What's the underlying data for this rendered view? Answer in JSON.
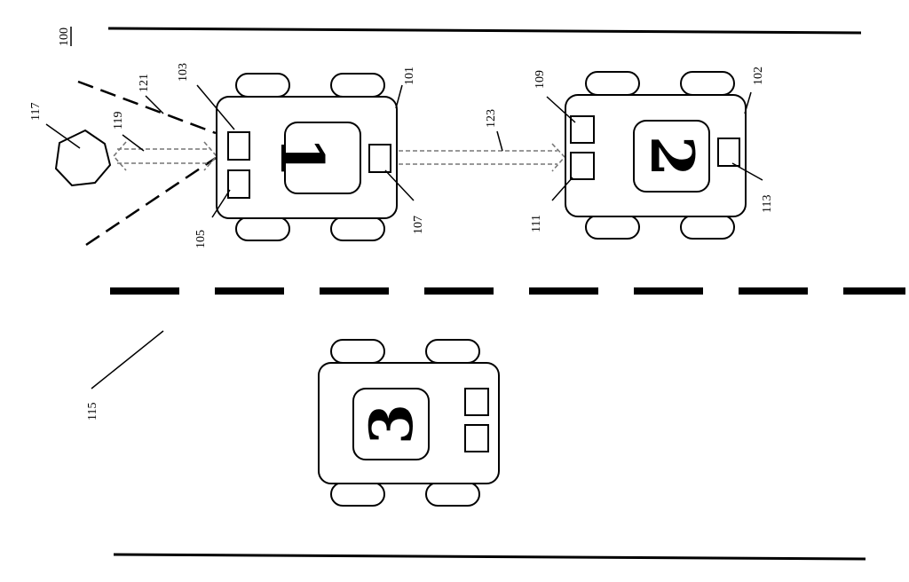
{
  "figure": {
    "figure_ref": "100",
    "vehicle_numbers": {
      "car1": "1",
      "car2": "2",
      "car3": "3"
    },
    "refs": {
      "car1": "101",
      "car2": "102",
      "sensor_103": "103",
      "sensor_105": "105",
      "sensor_107": "107",
      "sensor_109": "109",
      "sensor_111": "111",
      "sensor_113": "113",
      "lane": "115",
      "obstacle": "117",
      "signal_119": "119",
      "field_121": "121",
      "signal_123": "123"
    }
  }
}
